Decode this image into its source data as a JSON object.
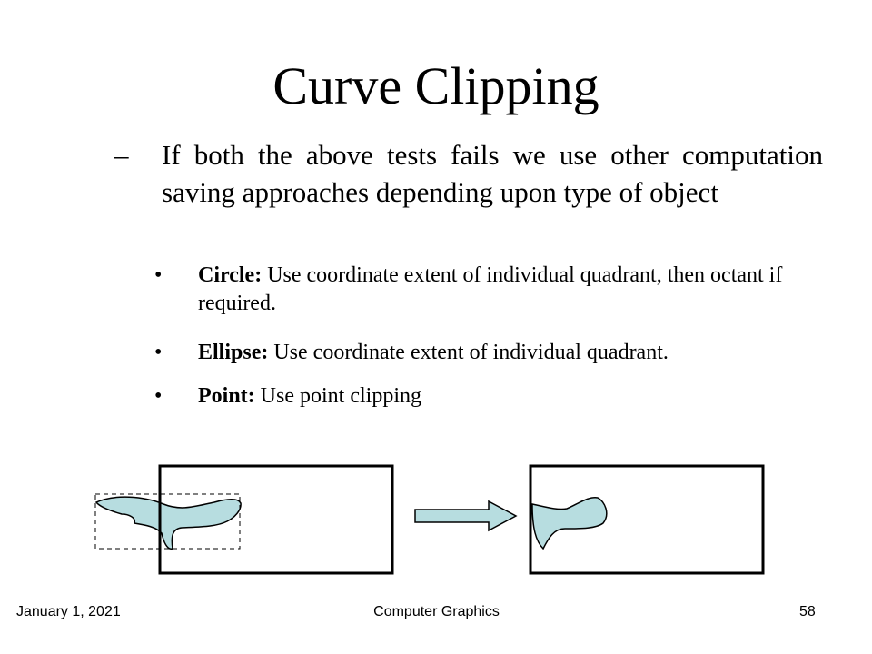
{
  "slide": {
    "title": "Curve Clipping",
    "subpoint": {
      "marker": "–",
      "text": "If both the above tests fails we use other computation saving approaches depending upon type of object"
    },
    "bullets": [
      {
        "marker": "•",
        "term": "Circle:",
        "text": " Use coordinate extent of individual quadrant, then octant if required."
      },
      {
        "marker": "•",
        "term": "Ellipse:",
        "text": " Use coordinate extent of individual quadrant."
      },
      {
        "marker": "•",
        "term": "Point:",
        "text": " Use point clipping"
      }
    ],
    "footer": {
      "date": "January 1, 2021",
      "course": "Computer Graphics",
      "page": "58"
    }
  },
  "colors": {
    "shape_fill": "#b7dde0",
    "arrow_fill": "#b7dde0",
    "outline": "#000000"
  }
}
